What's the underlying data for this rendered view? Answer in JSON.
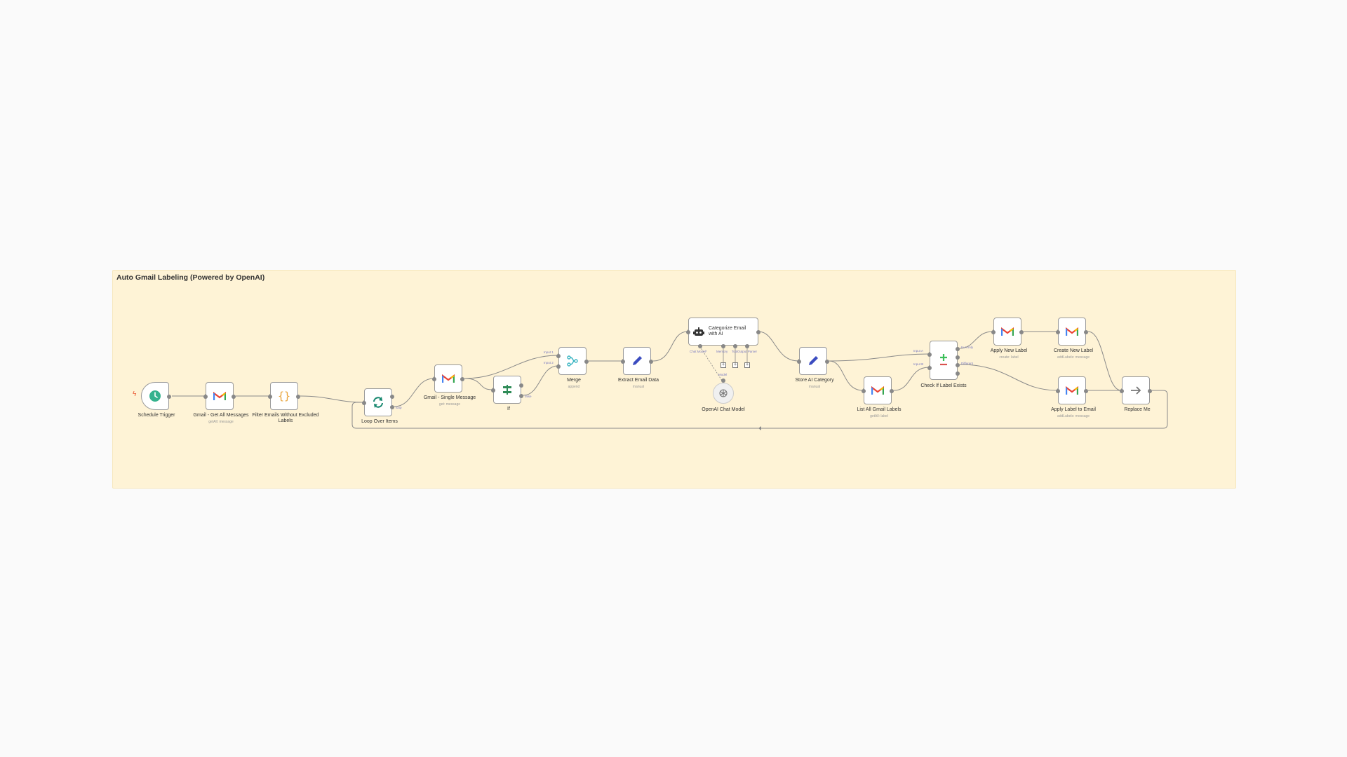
{
  "workflow": {
    "title": "Auto Gmail Labeling (Powered by OpenAI)"
  },
  "nodes": {
    "schedule_trigger": {
      "label": "Schedule Trigger"
    },
    "gmail_get_all": {
      "label": "Gmail - Get All Messages",
      "sub": "getAll: message"
    },
    "filter_emails": {
      "label": "Filter Emails Without Excluded Labels"
    },
    "loop_over_items": {
      "label": "Loop Over Items",
      "port_loop": "loop"
    },
    "gmail_single": {
      "label": "Gmail - Single Message",
      "sub": "get: message"
    },
    "if_node": {
      "label": "If",
      "port_false": "false"
    },
    "merge": {
      "label": "Merge",
      "sub": "append",
      "input1": "Input 1",
      "input2": "Input 2"
    },
    "extract_email": {
      "label": "Extract Email Data",
      "sub": "manual"
    },
    "categorize": {
      "label": "Categorize Email with AI",
      "port_chat_model": "Chat Model*",
      "port_memory": "Memory",
      "port_tool": "Tool",
      "port_output_parser": "Output Parser"
    },
    "openai_model": {
      "label": "OpenAI Chat Model",
      "port_model": "Model"
    },
    "store_category": {
      "label": "Store AI Category",
      "sub": "manual"
    },
    "list_labels": {
      "label": "List All Gmail Labels",
      "sub": "getAll: label"
    },
    "check_label": {
      "label": "Check If Label Exists",
      "input_a": "Input A",
      "input_b": "Input B",
      "out_a_only": "In A only",
      "out_different": "Different"
    },
    "apply_new_label": {
      "label": "Apply New Label",
      "sub": "create: label"
    },
    "create_new_label": {
      "label": "Create New Label",
      "sub": "addLabels: message"
    },
    "apply_label_email": {
      "label": "Apply Label to Email",
      "sub": "addLabels: message"
    },
    "replace_me": {
      "label": "Replace Me"
    }
  },
  "icons": {
    "schedule": "clock-icon",
    "gmail": "gmail-icon",
    "code": "curly-braces-icon",
    "loop": "refresh-icon",
    "if": "if-icon",
    "merge": "merge-icon",
    "set": "pencil-icon",
    "agent": "robot-icon",
    "openai": "openai-icon",
    "compare": "plus-minus-icon",
    "noop": "arrow-right-icon",
    "trigger": "bolt-icon"
  },
  "colors": {
    "canvas": "#fafafa",
    "sticky": "#fef3d6",
    "wire": "#8a8a8a",
    "clock": "#35b28e",
    "pencil": "#3b4cc0",
    "port_label": "#7b7bc0"
  }
}
